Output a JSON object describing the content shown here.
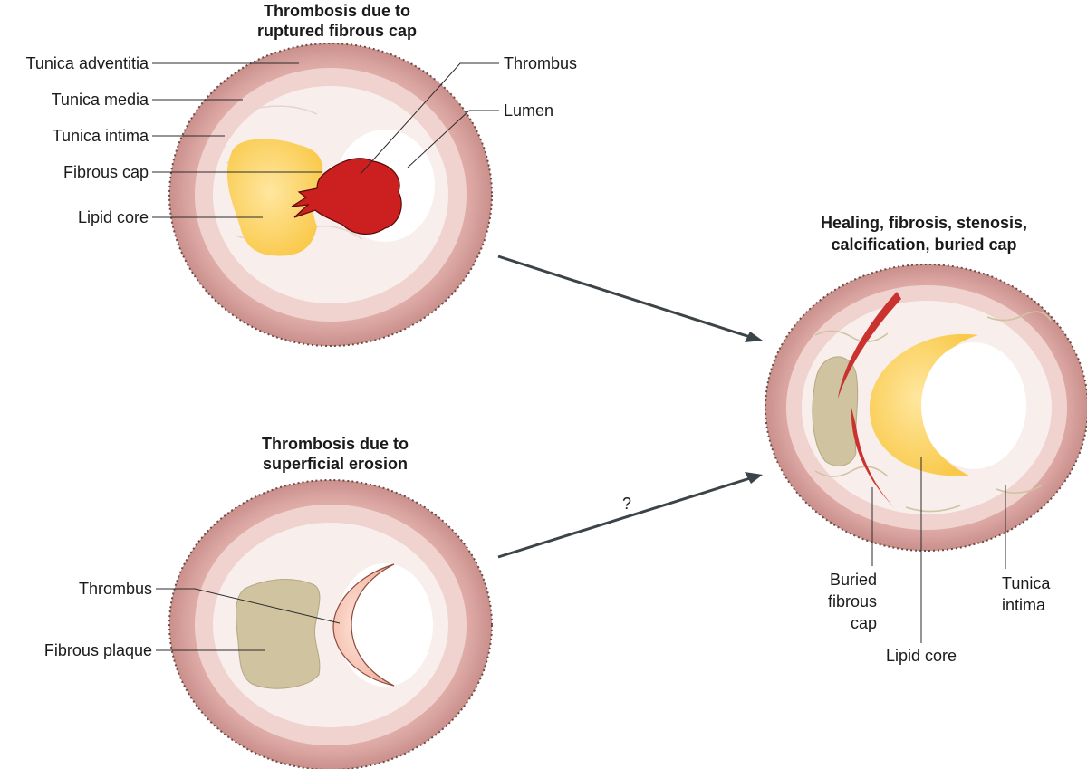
{
  "panel_ruptured": {
    "title_line1": "Thrombosis due to",
    "title_line2": "ruptured fibrous cap",
    "labels": {
      "tunica_adventitia": "Tunica adventitia",
      "tunica_media": "Tunica media",
      "tunica_intima": "Tunica intima",
      "fibrous_cap": "Fibrous cap",
      "lipid_core": "Lipid core",
      "thrombus": "Thrombus",
      "lumen": "Lumen"
    }
  },
  "panel_erosion": {
    "title_line1": "Thrombosis due to",
    "title_line2": "superficial erosion",
    "labels": {
      "thrombus": "Thrombus",
      "fibrous_plaque": "Fibrous plaque"
    }
  },
  "panel_healing": {
    "title_line1": "Healing, fibrosis, stenosis,",
    "title_line2": "calcification, buried cap",
    "labels": {
      "buried_cap_line1": "Buried",
      "buried_cap_line2": "fibrous",
      "buried_cap_line3": "cap",
      "lipid_core": "Lipid core",
      "tunica_intima_line1": "Tunica",
      "tunica_intima_line2": "intima"
    }
  },
  "arrows": {
    "erosion_question": "?"
  },
  "colors": {
    "adventitia": "#d9a3a1",
    "media": "#ecc9c4",
    "intima": "#f6e9e6",
    "lumen": "#ffffff",
    "lipid": "#fcd46c",
    "thrombus_red": "#cc1f1f",
    "fibrous_plaque": "#cfc3a0",
    "erosion_thrombus": "#f8c7b6",
    "buried_cap": "#c9322f",
    "arrow": "#3c4448"
  }
}
